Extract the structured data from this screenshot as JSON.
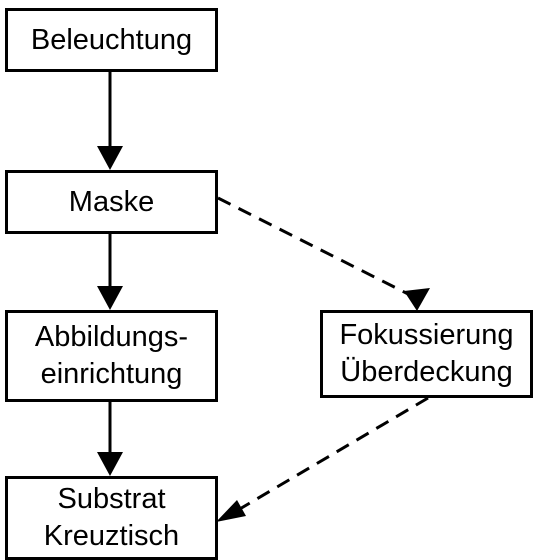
{
  "nodes": {
    "beleuchtung": {
      "lines": [
        "Beleuchtung"
      ]
    },
    "maske": {
      "lines": [
        "Maske"
      ]
    },
    "abbildung": {
      "lines": [
        "Abbildungs-",
        "einrichtung"
      ]
    },
    "fokus": {
      "lines": [
        "Fokussierung",
        "Überdeckung"
      ]
    },
    "substrat": {
      "lines": [
        "Substrat",
        "Kreuztisch"
      ]
    }
  },
  "edges": [
    {
      "from": "beleuchtung",
      "to": "maske",
      "style": "solid"
    },
    {
      "from": "maske",
      "to": "abbildung",
      "style": "solid"
    },
    {
      "from": "abbildung",
      "to": "substrat",
      "style": "solid"
    },
    {
      "from": "maske",
      "to": "fokus",
      "style": "dashed"
    },
    {
      "from": "fokus",
      "to": "substrat",
      "style": "dashed"
    }
  ],
  "colors": {
    "line": "#000000",
    "box_fill": "#ffffff",
    "text": "#000000"
  }
}
